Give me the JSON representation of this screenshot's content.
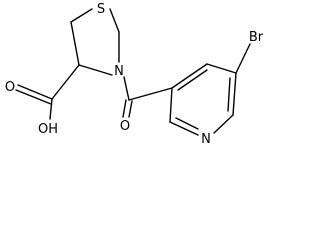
{
  "atoms": {
    "sulfur": "S",
    "ring_nitrogen": "N",
    "pyridine_nitrogen": "N",
    "bromine": "Br",
    "carbonyl_oxygen": "O",
    "acid_carbonyl_oxygen": "O",
    "hydroxyl": "OH"
  }
}
